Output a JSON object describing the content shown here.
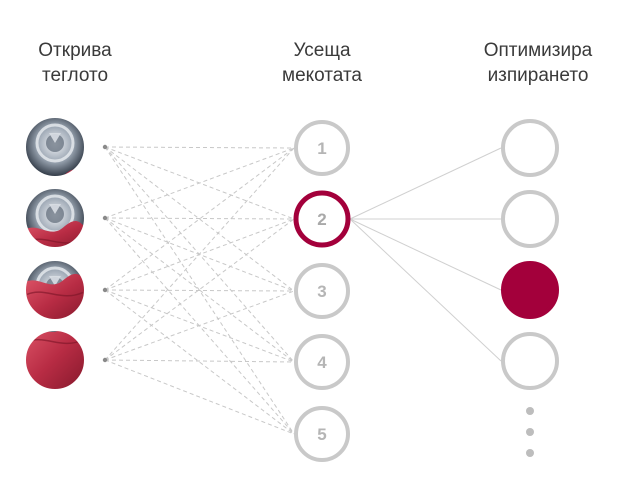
{
  "columns": [
    {
      "title": "Открива\nтеглото"
    },
    {
      "title": "Усеща\nмекотата"
    },
    {
      "title": "Оптимизира\nизпирането"
    }
  ],
  "softness_levels": [
    "1",
    "2",
    "3",
    "4",
    "5"
  ],
  "active_softness_index": 1,
  "active_output_index": 2,
  "output_nodes": 4,
  "load_levels": [
    0.05,
    0.35,
    0.65,
    1.0
  ],
  "colors": {
    "accent": "#a3003b",
    "ring": "#c9c9c9",
    "text": "#3a3a3a",
    "number": "#b5b5b5",
    "dashed_line": "#c8c8c8",
    "solid_line": "#d0d0d0",
    "drum": "#a9b2bd",
    "fabric": "#c23a50"
  }
}
